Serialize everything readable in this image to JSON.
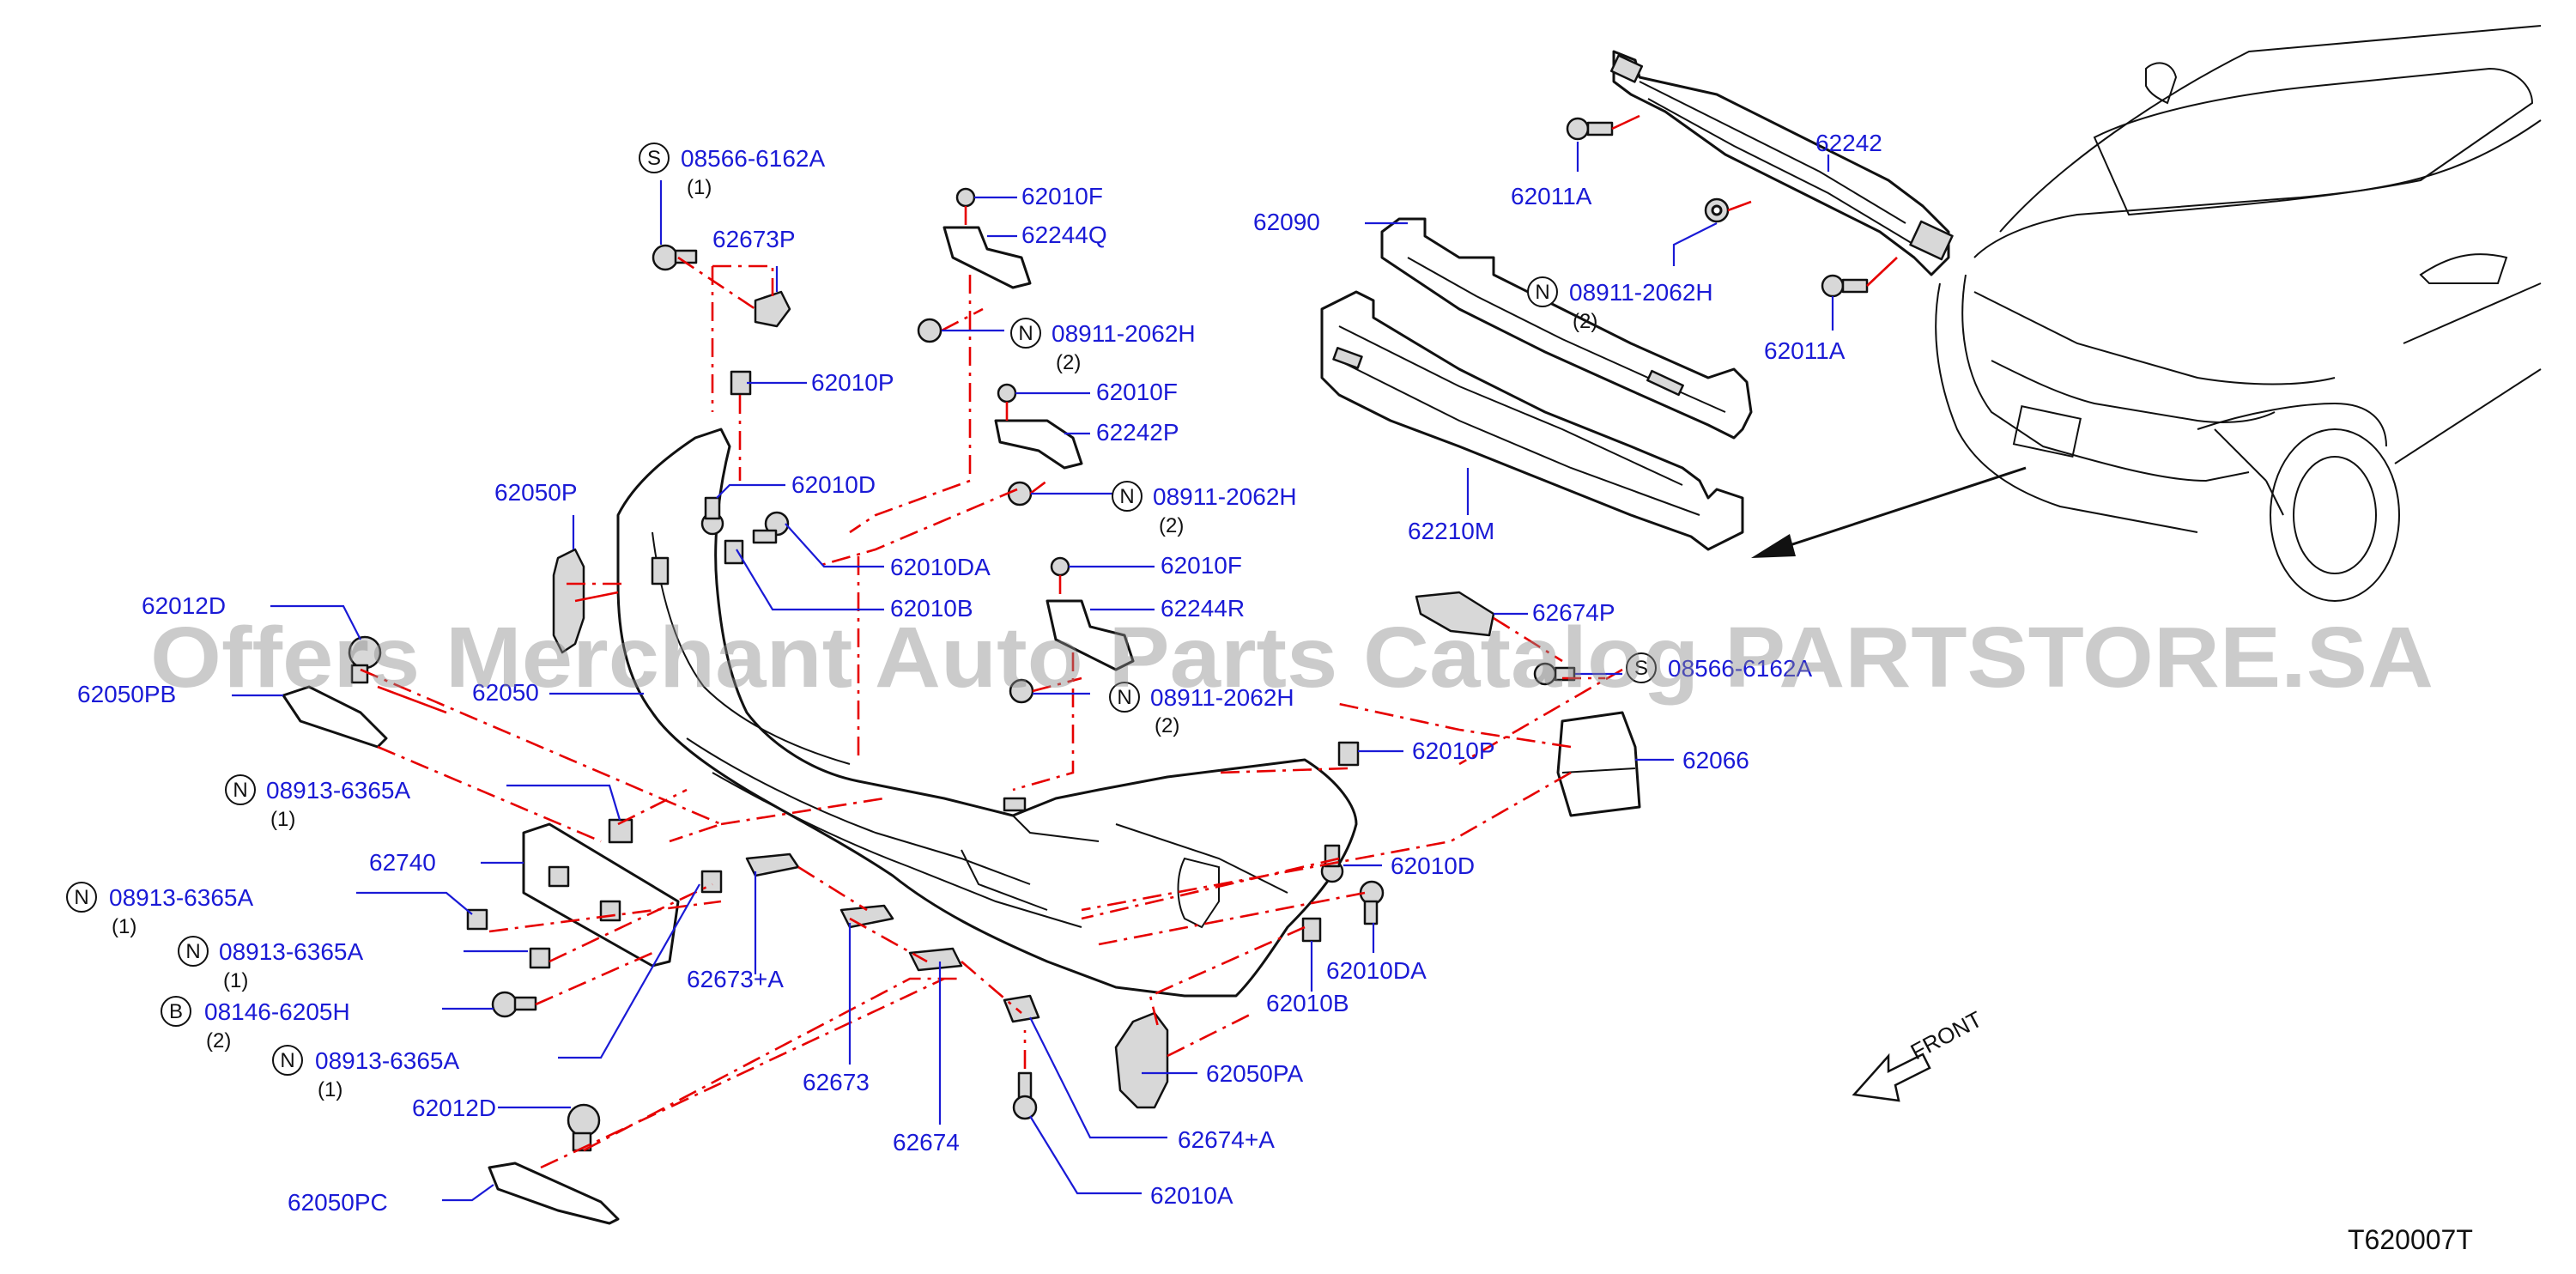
{
  "watermark": "Offers Merchant Auto Parts Catalog PARTSTORE.SA",
  "diagram_code": "T620007T",
  "front_label": "FRONT",
  "callouts": [
    {
      "id": "c1",
      "text": "08566-6162A",
      "prefix": "S",
      "qty": "(1)"
    },
    {
      "id": "c2",
      "text": "62673P"
    },
    {
      "id": "c3",
      "text": "62010F"
    },
    {
      "id": "c4",
      "text": "62244Q"
    },
    {
      "id": "c5",
      "text": "08911-2062H",
      "prefix": "N",
      "qty": "(2)"
    },
    {
      "id": "c6",
      "text": "62010P"
    },
    {
      "id": "c7",
      "text": "62010F"
    },
    {
      "id": "c8",
      "text": "62242P"
    },
    {
      "id": "c9",
      "text": "08911-2062H",
      "prefix": "N",
      "qty": "(2)"
    },
    {
      "id": "c10",
      "text": "62010D"
    },
    {
      "id": "c11",
      "text": "62050P"
    },
    {
      "id": "c12",
      "text": "62010DA"
    },
    {
      "id": "c13",
      "text": "62010B"
    },
    {
      "id": "c14",
      "text": "62010F"
    },
    {
      "id": "c15",
      "text": "62244R"
    },
    {
      "id": "c16",
      "text": "62012D"
    },
    {
      "id": "c17",
      "text": "62050PB"
    },
    {
      "id": "c18",
      "text": "62050"
    },
    {
      "id": "c19",
      "text": "08911-2062H",
      "prefix": "N",
      "qty": "(2)"
    },
    {
      "id": "c20",
      "text": "08913-6365A",
      "prefix": "N",
      "qty": "(1)"
    },
    {
      "id": "c21",
      "text": "62740"
    },
    {
      "id": "c22",
      "text": "08913-6365A",
      "prefix": "N",
      "qty": "(1)"
    },
    {
      "id": "c23",
      "text": "08913-6365A",
      "prefix": "N",
      "qty": "(1)"
    },
    {
      "id": "c24",
      "text": "08146-6205H",
      "prefix": "B",
      "qty": "(2)"
    },
    {
      "id": "c25",
      "text": "08913-6365A",
      "prefix": "N",
      "qty": "(1)"
    },
    {
      "id": "c26",
      "text": "62673+A"
    },
    {
      "id": "c27",
      "text": "62673"
    },
    {
      "id": "c28",
      "text": "62674"
    },
    {
      "id": "c29",
      "text": "62012D"
    },
    {
      "id": "c30",
      "text": "62050PC"
    },
    {
      "id": "c31",
      "text": "62010A"
    },
    {
      "id": "c32",
      "text": "62674+A"
    },
    {
      "id": "c33",
      "text": "62050PA"
    },
    {
      "id": "c34",
      "text": "62010B"
    },
    {
      "id": "c35",
      "text": "62010DA"
    },
    {
      "id": "c36",
      "text": "62010D"
    },
    {
      "id": "c37",
      "text": "62010P"
    },
    {
      "id": "c38",
      "text": "62066"
    },
    {
      "id": "c39",
      "text": "62674P"
    },
    {
      "id": "c40",
      "text": "08566-6162A",
      "prefix": "S"
    },
    {
      "id": "c41",
      "text": "62090"
    },
    {
      "id": "c42",
      "text": "62210M"
    },
    {
      "id": "c43",
      "text": "08911-2062H",
      "prefix": "N",
      "qty": "(2)"
    },
    {
      "id": "c44",
      "text": "62011A"
    },
    {
      "id": "c45",
      "text": "62242"
    },
    {
      "id": "c46",
      "text": "62011A"
    }
  ]
}
